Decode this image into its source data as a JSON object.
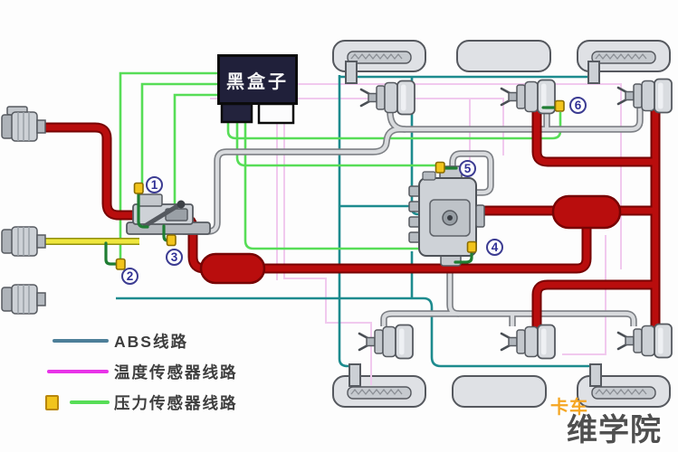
{
  "diagram": {
    "black_box_label": "黑盒子",
    "markers": [
      {
        "label": "1"
      },
      {
        "label": "2"
      },
      {
        "label": "3"
      },
      {
        "label": "4"
      },
      {
        "label": "5"
      },
      {
        "label": "6"
      }
    ],
    "legend": {
      "items": [
        {
          "label": "ABS线路",
          "line_color": "#4d7f99",
          "swatch": "line"
        },
        {
          "label": "温度传感器线路",
          "line_color": "#e833e8",
          "swatch": "line"
        },
        {
          "label": "压力传感器线路",
          "line_color": "#57dd57",
          "swatch": "square-line",
          "square_color": "#f2c41c"
        }
      ]
    },
    "watermark": {
      "part1": "卡车",
      "part1_color": "#f5a623",
      "part2": "维学院",
      "part2_color": "#4f4f4f"
    },
    "colors": {
      "pipe_red": "#b90d0d",
      "pipe_red_dark": "#770303",
      "pipe_gray": "#d8dadd",
      "pipe_gray_dark": "#7c7f84",
      "pipe_yellow": "#efe73e",
      "pipe_yellow_dark": "#8f8f10",
      "abs_line": "#1d8b8e",
      "pressure_line": "#57dd57",
      "pressure_stub": "#1f7d33",
      "temperature_line": "#f1c9ee",
      "connector_yellow": "#f2c41c",
      "marker_color": "#3c3c92"
    }
  }
}
